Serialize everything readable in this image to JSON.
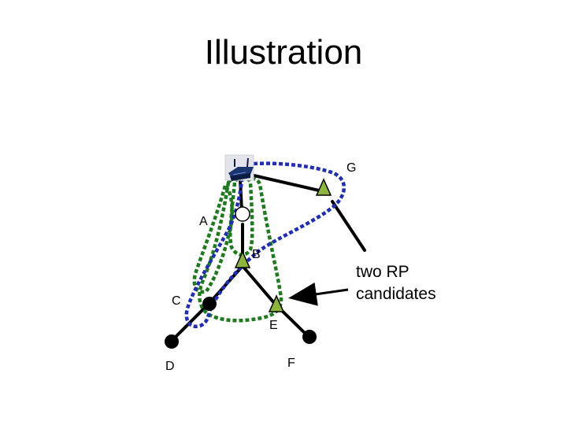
{
  "title": "Illustration",
  "nodes": {
    "A": {
      "label": "A",
      "kind": "router-hollow",
      "color": "#ffffff"
    },
    "B": {
      "label": "B",
      "kind": "rp-triangle",
      "color": "#8db43c"
    },
    "C": {
      "label": "C",
      "kind": "router-filled",
      "color": "#000000"
    },
    "D": {
      "label": "D",
      "kind": "host-filled",
      "color": "#000000"
    },
    "E": {
      "label": "E",
      "kind": "rp-triangle",
      "color": "#8db43c"
    },
    "F": {
      "label": "F",
      "kind": "host-filled",
      "color": "#000000"
    },
    "G": {
      "label": "G",
      "kind": "rp-triangle",
      "color": "#8db43c"
    }
  },
  "source_icon": "wireless-router-icon",
  "callout": {
    "line1": "two RP",
    "line2": "candidates"
  },
  "colors": {
    "green_tree": "#1f7a1f",
    "blue_tree": "#1f2fae",
    "rp_fill": "#8db43c"
  }
}
